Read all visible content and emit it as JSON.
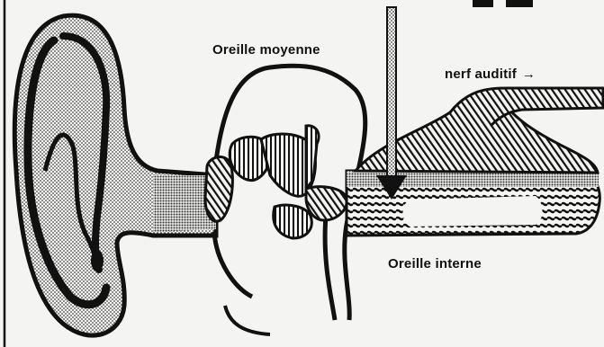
{
  "labels": {
    "middle_ear": "Oreille moyenne",
    "auditory_nerve": "nerf auditif",
    "auditory_nerve_arrow": "→",
    "inner_ear": "Oreille interne"
  },
  "colors": {
    "ink": "#111111",
    "paper": "#f4f4f2",
    "stipple": "#9a9a9a"
  }
}
